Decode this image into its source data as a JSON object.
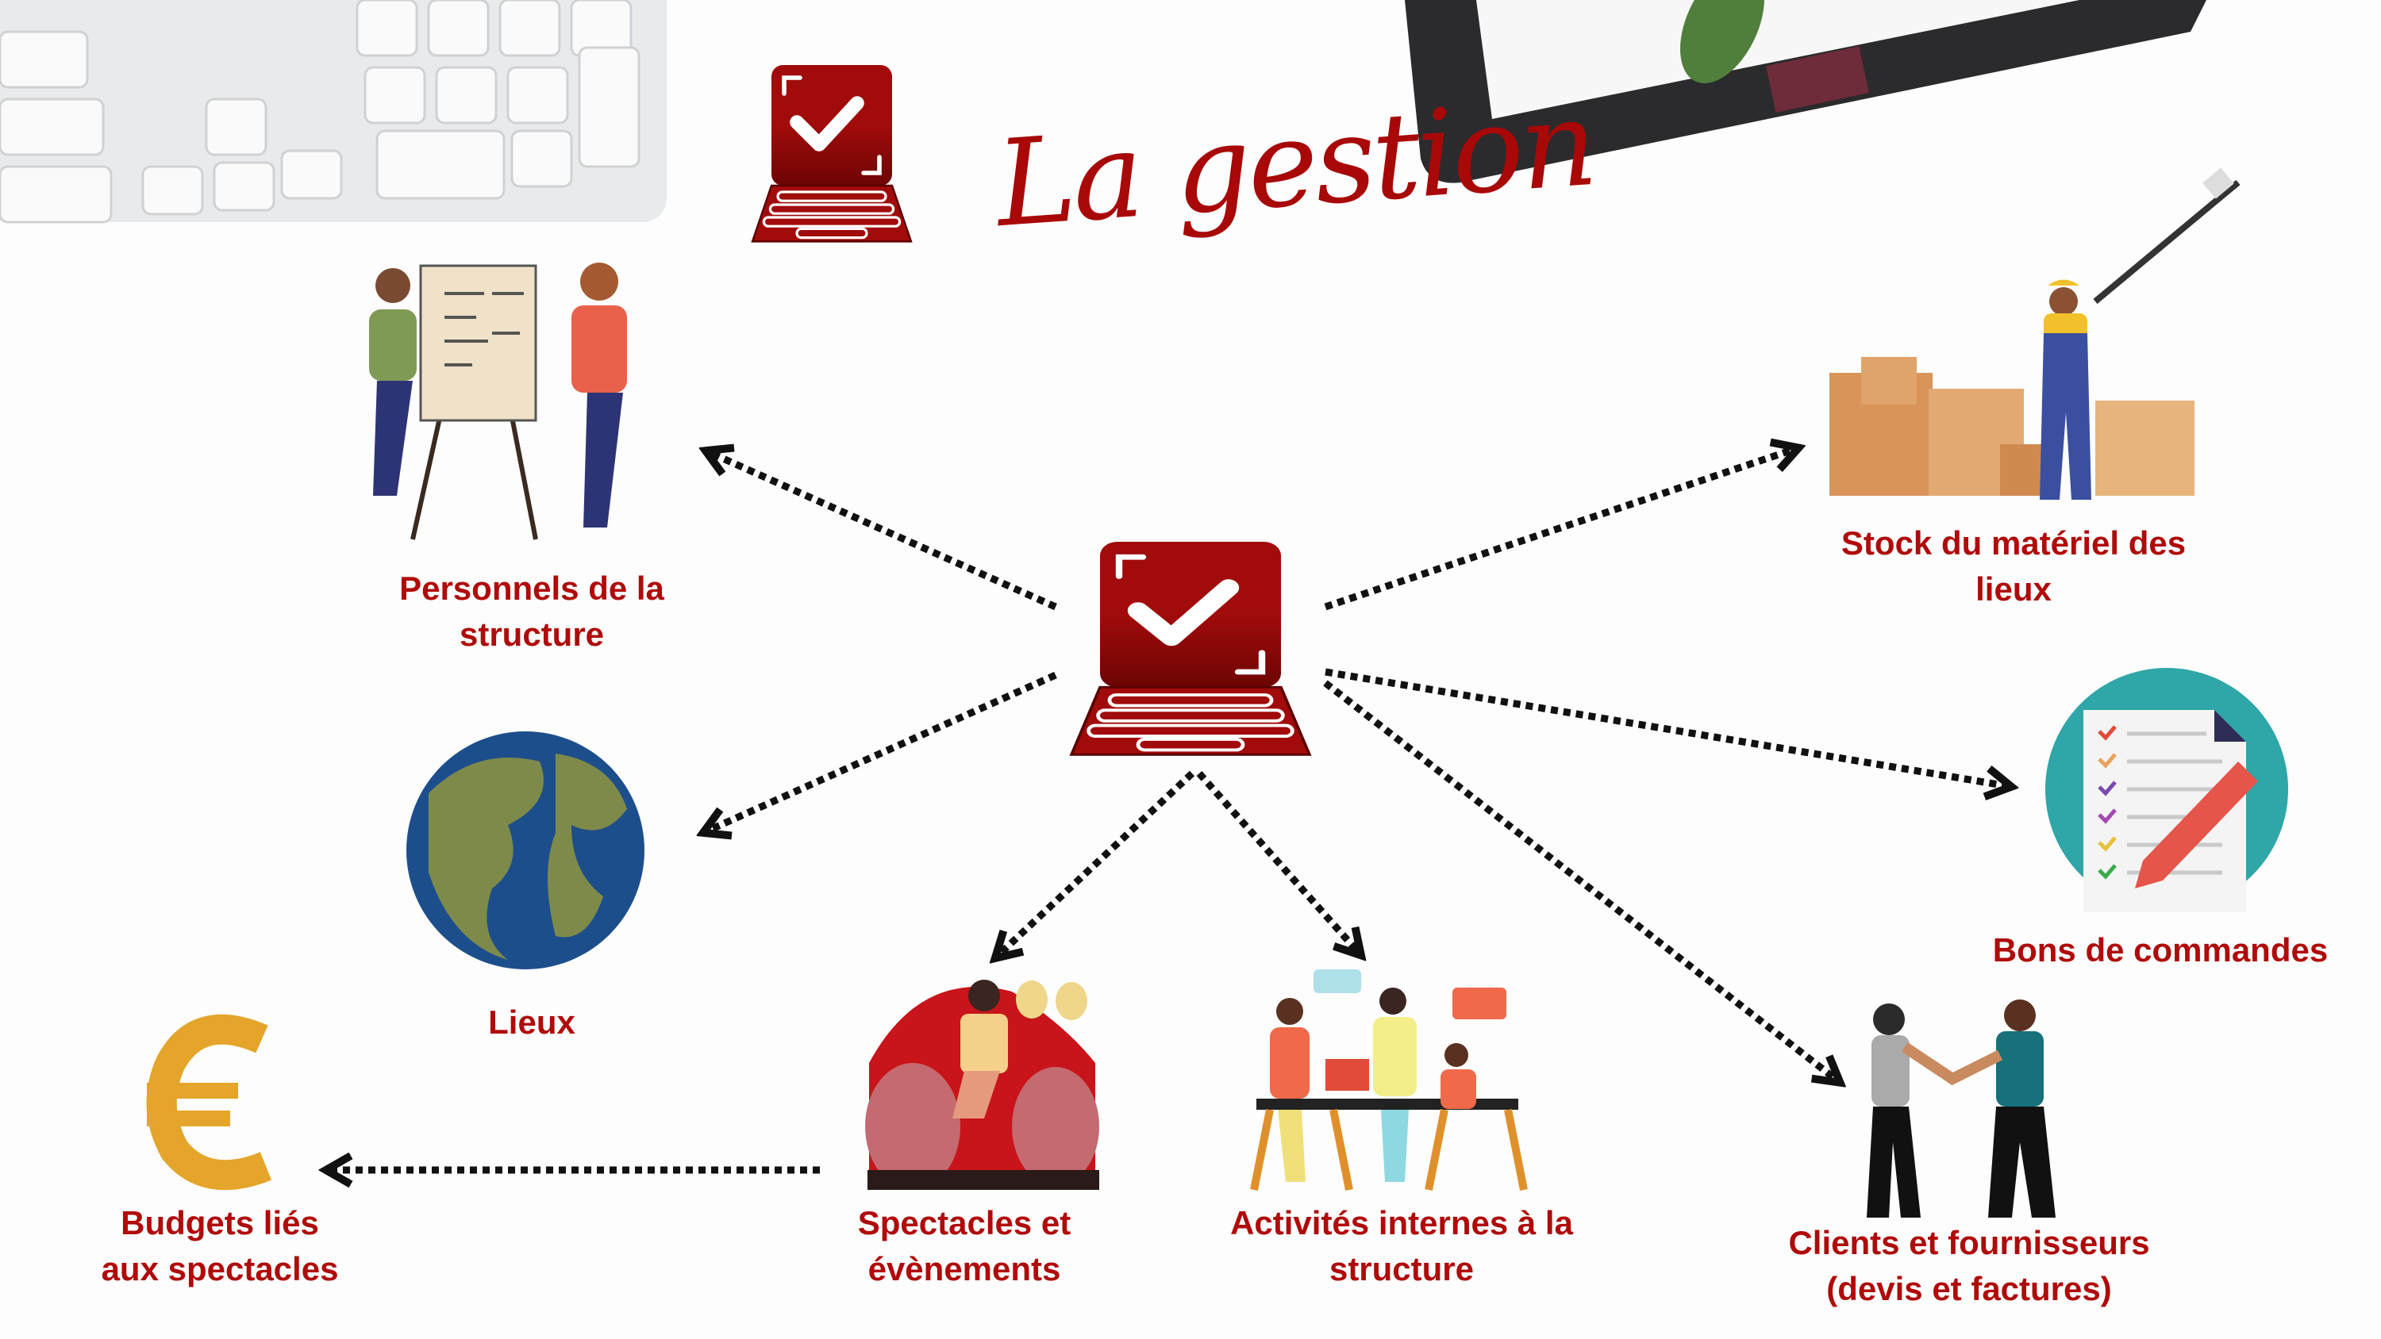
{
  "title": "La gestion",
  "colors": {
    "accent": "#b00a0a",
    "laptop": "#9e0b0b",
    "arrow": "#111111"
  },
  "nodes": {
    "personnels": {
      "line1": "Personnels de la",
      "line2": "structure"
    },
    "lieux": {
      "line1": "Lieux"
    },
    "stock": {
      "line1": "Stock du matériel des",
      "line2": "lieux"
    },
    "bons": {
      "line1": "Bons de commandes"
    },
    "clients": {
      "line1": "Clients et fournisseurs",
      "line2": "(devis et factures)"
    },
    "activites": {
      "line1": "Activités internes à la",
      "line2": "structure"
    },
    "spectacles": {
      "line1": "Spectacles et",
      "line2": "évènements"
    },
    "budgets": {
      "line1": "Budgets liés",
      "line2": "aux spectacles"
    }
  },
  "icons": [
    "laptop-check-icon",
    "globe-icon",
    "euro-icon",
    "checklist-icon",
    "boxes-icon",
    "handshake-icon",
    "theater-icon",
    "meeting-icon",
    "whiteboard-icon"
  ]
}
